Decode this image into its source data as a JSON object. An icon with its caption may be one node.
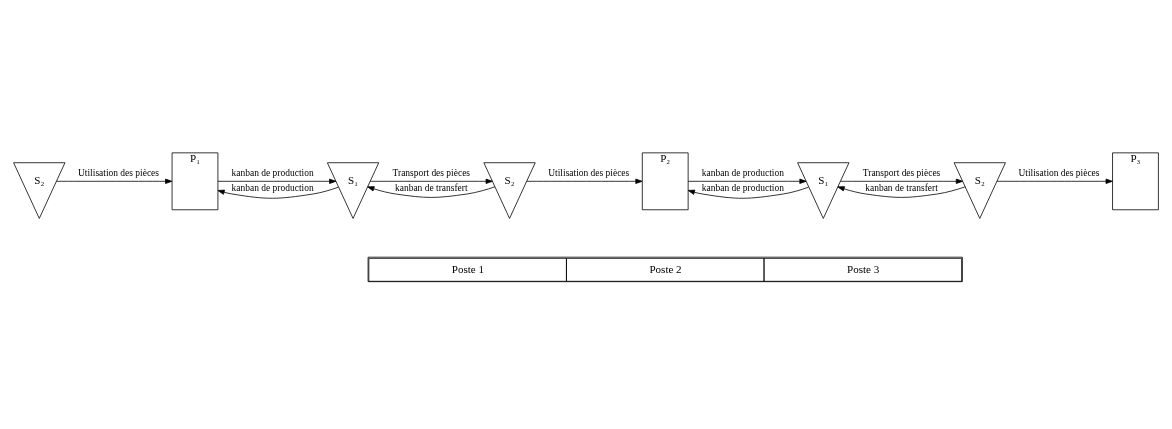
{
  "diagram": {
    "nodes": [
      {
        "text": [
          "S₂"
        ]
      },
      {
        "text": [
          "P₁"
        ]
      },
      {
        "text": [
          "S₁"
        ]
      },
      {
        "text": [
          "S₂"
        ]
      },
      {
        "text": [
          "P₂"
        ]
      },
      {
        "text": [
          "S₁"
        ]
      },
      {
        "text": [
          "S₂"
        ]
      },
      {
        "text": [
          "P₃"
        ]
      }
    ],
    "edges": [
      {
        "from": 0,
        "to": 1,
        "arrow": "to",
        "label": "Utilisation des pièces"
      },
      {
        "from": 1,
        "to": 2,
        "arrow": "to",
        "label": "kanban de production"
      },
      {
        "from": 2,
        "to": 1,
        "arrow": "to",
        "label": "kanban de production"
      },
      {
        "from": 2,
        "to": 3,
        "arrow": "to",
        "label": "Transport des pièces"
      },
      {
        "from": 3,
        "to": 2,
        "arrow": "to",
        "label": "kanban de transfert"
      },
      {
        "from": 3,
        "to": 4,
        "arrow": "to",
        "label": "Utilisation des pièces"
      },
      {
        "from": 4,
        "to": 5,
        "arrow": "to",
        "label": "kanban de production"
      },
      {
        "from": 5,
        "to": 4,
        "arrow": "to",
        "label": "kanban de production"
      },
      {
        "from": 5,
        "to": 6,
        "arrow": "to",
        "label": "Transport des pièces"
      },
      {
        "from": 6,
        "to": 5,
        "arrow": "to",
        "label": "kanban de transfert"
      },
      {
        "from": 6,
        "to": 7,
        "arrow": "to",
        "label": "Utilisation des pièces"
      }
    ],
    "labels": [
      "Poste 1",
      "Poste 2",
      "Poste 3"
    ]
  }
}
